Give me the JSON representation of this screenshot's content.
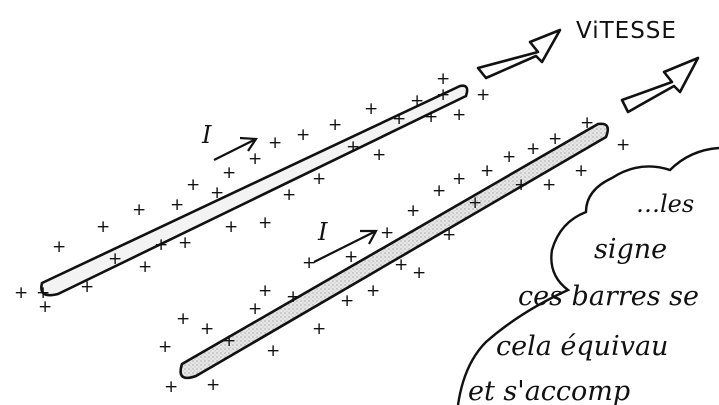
{
  "speed_label": "ViTESSE",
  "current_label": "I",
  "charge_symbol": "+",
  "bubble_lines": [
    "…les",
    "signe",
    "ces barres se",
    "cela équivau",
    "et s'accomp"
  ],
  "colors": {
    "ink": "#111111",
    "bar_fill": "#d9d9d9",
    "background": "#ffffff"
  }
}
